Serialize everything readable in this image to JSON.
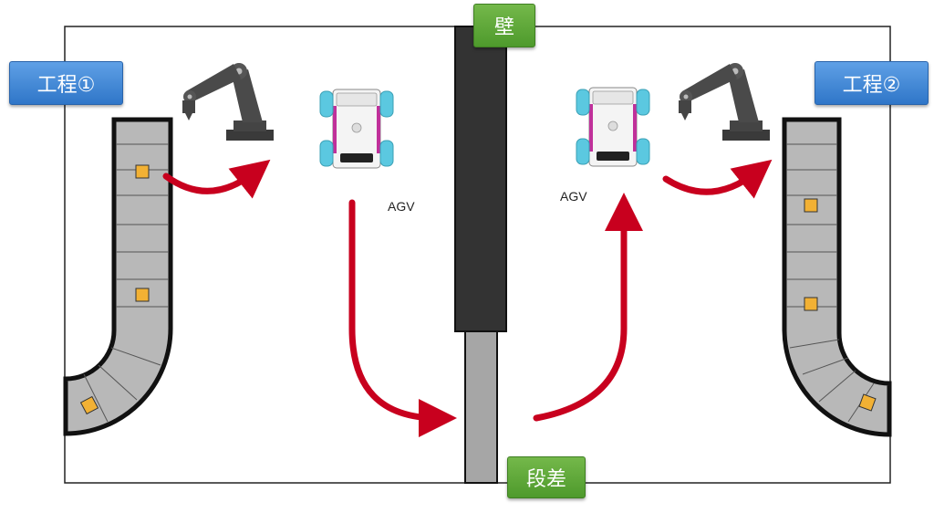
{
  "labels": {
    "process1": "工程①",
    "process2": "工程②",
    "wall": "壁",
    "step": "段差",
    "agv_left": "AGV",
    "agv_right": "AGV"
  },
  "icons": {
    "robot_arm": "robot-arm-icon",
    "agv": "agv-robot-icon",
    "conveyor": "conveyor-icon",
    "arrow": "arrow-icon"
  },
  "colors": {
    "arrow": "#c8001e",
    "wall": "#333333",
    "step": "#a6a6a6",
    "conveyor": "#b8b8b8",
    "box": "#f2b134",
    "label_blue": "#3a80d2",
    "label_green": "#5aa535",
    "wheel": "#5bc8e0",
    "robot": "#444444"
  }
}
